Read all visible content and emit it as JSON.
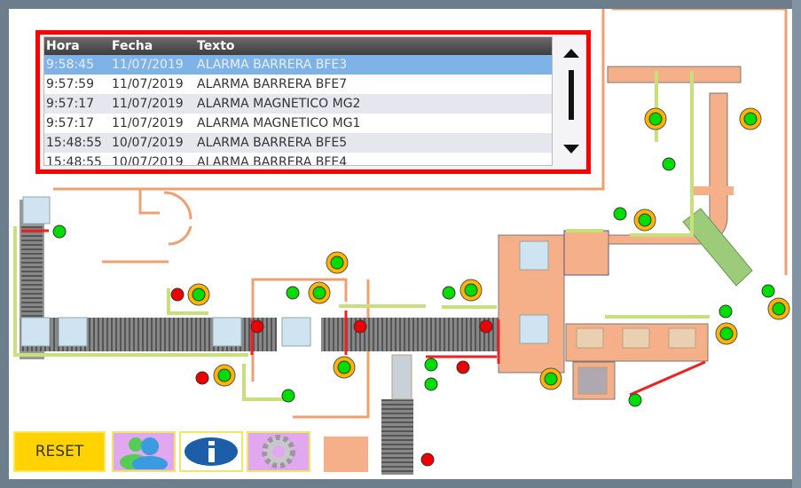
{
  "alarm_table": {
    "columns": [
      "Hora",
      "Fecha",
      "Texto"
    ],
    "rows": [
      {
        "hora": "9:58:45",
        "fecha": "11/07/2019",
        "texto": "ALARMA BARRERA BFE3",
        "selected": true
      },
      {
        "hora": "9:57:59",
        "fecha": "11/07/2019",
        "texto": "ALARMA BARRERA BFE7"
      },
      {
        "hora": "9:57:17",
        "fecha": "11/07/2019",
        "texto": "ALARMA MAGNETICO MG2"
      },
      {
        "hora": "9:57:17",
        "fecha": "11/07/2019",
        "texto": "ALARMA MAGNETICO MG1"
      },
      {
        "hora": "15:48:55",
        "fecha": "10/07/2019",
        "texto": "ALARMA BARRERA BFE5"
      },
      {
        "hora": "15:48:55",
        "fecha": "10/07/2019",
        "texto": "ALARMA BARRERA BFE4"
      }
    ]
  },
  "buttons": {
    "reset": "RESET",
    "users_icon": "users-icon",
    "info_icon": "info-icon",
    "settings_icon": "gear-icon"
  },
  "colors": {
    "alarm_border": "#ff0000",
    "sensor_ok": "#00dd00",
    "sensor_fault": "#ee0000",
    "sensor_ring": "#ffb400",
    "conveyor": "#f5b08a",
    "safety_fence": "#c8e07a"
  }
}
